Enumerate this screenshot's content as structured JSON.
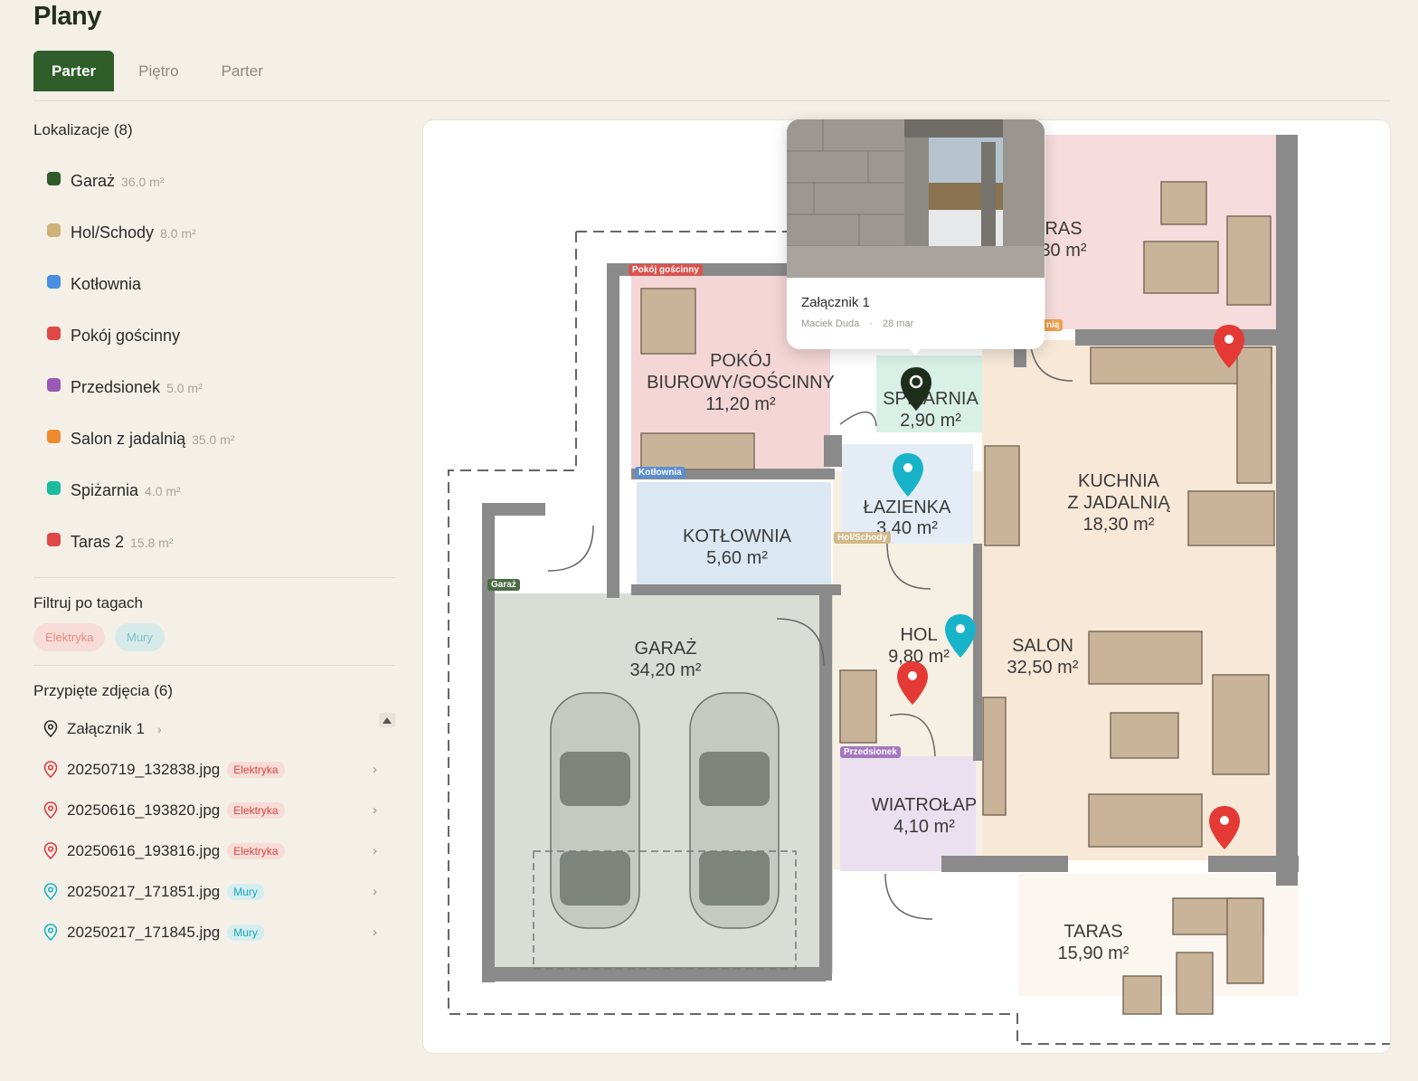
{
  "page": {
    "title": "Plany"
  },
  "tabs": [
    {
      "label": "Parter",
      "active": true
    },
    {
      "label": "Piętro",
      "active": false
    },
    {
      "label": "Parter",
      "active": false
    }
  ],
  "locations": {
    "title": "Lokalizacje (8)",
    "items": [
      {
        "name": "Garaż",
        "area": "36.0 m²",
        "color": "#2f5a2a"
      },
      {
        "name": "Hol/Schody",
        "area": "8.0 m²",
        "color": "#cfb277"
      },
      {
        "name": "Kotłownia",
        "area": "",
        "color": "#4a90e2"
      },
      {
        "name": "Pokój gościnny",
        "area": "",
        "color": "#e04848"
      },
      {
        "name": "Przedsionek",
        "area": "5.0 m²",
        "color": "#9b59b6"
      },
      {
        "name": "Salon z jadalnią",
        "area": "35.0 m²",
        "color": "#ee8a2e"
      },
      {
        "name": "Spiżarnia",
        "area": "4.0 m²",
        "color": "#1abc9c"
      },
      {
        "name": "Taras 2",
        "area": "15.8 m²",
        "color": "#e04848"
      }
    ]
  },
  "tag_filter": {
    "title": "Filtruj po tagach",
    "tags": [
      "Elektryka",
      "Mury"
    ]
  },
  "pinned": {
    "title": "Przypięte zdjęcia (6)",
    "items": [
      {
        "name": "Załącznik 1",
        "tag": "",
        "pin_color": "#2a2a2a"
      },
      {
        "name": "20250719_132838.jpg",
        "tag": "Elektryka",
        "pin_color": "#e03a3a"
      },
      {
        "name": "20250616_193820.jpg",
        "tag": "Elektryka",
        "pin_color": "#e03a3a"
      },
      {
        "name": "20250616_193816.jpg",
        "tag": "Elektryka",
        "pin_color": "#e03a3a"
      },
      {
        "name": "20250217_171851.jpg",
        "tag": "Mury",
        "pin_color": "#19b3c9"
      },
      {
        "name": "20250217_171845.jpg",
        "tag": "Mury",
        "pin_color": "#19b3c9"
      }
    ]
  },
  "popup": {
    "title": "Załącznik 1",
    "author": "Maciek Duda",
    "separator": "·",
    "date": "28 mar"
  },
  "plan": {
    "room_tags": {
      "pokoj": "Pokój gościnny",
      "kotlownia": "Kotłownia",
      "garaz": "Garaż",
      "hol": "Hol/Schody",
      "przedsionek": "Przedsionek",
      "salon_partial": "nią"
    },
    "labels": {
      "pokoj_1": "POKÓJ",
      "pokoj_2": "BIUROWY/GOŚCINNY",
      "pokoj_area": "11,20 m²",
      "spizarnia_1": "SPIŻARNIA",
      "spizarnia_area": "2,90 m²",
      "lazienka": "ŁAZIENKA",
      "lazienka_area": "3,40 m²",
      "kotlownia": "KOTŁOWNIA",
      "kotlownia_area": "5,60 m²",
      "kuchnia_1": "KUCHNIA",
      "kuchnia_2": "Z JADALNIĄ",
      "kuchnia_area": "18,30 m²",
      "garaz": "GARAŻ",
      "garaz_area": "34,20 m²",
      "hol": "HOL",
      "hol_area": "9,80 m²",
      "salon": "SALON",
      "salon_area": "32,50 m²",
      "wiatrolap": "WIATROŁAP",
      "wiatrolap_area": "4,10 m²",
      "taras": "TARAS",
      "taras_area": "15,90 m²",
      "taras_top": "RAS",
      "taras_top_area": "30 m²"
    }
  }
}
